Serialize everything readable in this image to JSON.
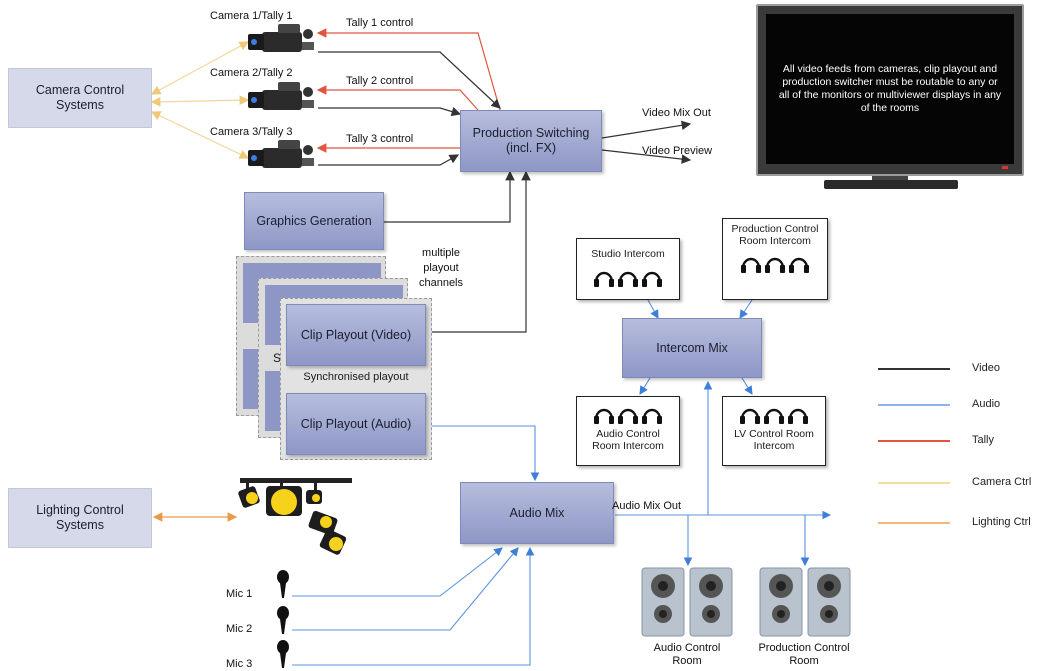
{
  "cameras": {
    "labels": [
      "Camera 1/Tally 1",
      "Camera 2/Tally 2",
      "Camera 3/Tally 3"
    ],
    "tally_controls": [
      "Tally 1 control",
      "Tally 2 control",
      "Tally 3 control"
    ]
  },
  "boxes": {
    "camera_control": "Camera Control Systems",
    "production_switching": "Production Switching (incl. FX)",
    "graphics_generation": "Graphics Generation",
    "clip_playout_video": "Clip Playout (Video)",
    "clip_playout_audio": "Clip Playout (Audio)",
    "synchronised_playout": "Synchronised playout",
    "stack_hidden_letter": "S",
    "intercom_mix": "Intercom Mix",
    "audio_mix": "Audio Mix",
    "lighting_control": "Lighting Control Systems"
  },
  "outputs": {
    "video_mix_out": "Video Mix Out",
    "video_preview": "Video Preview",
    "audio_mix_out": "Audio Mix Out"
  },
  "playout_note": "multiple playout channels",
  "monitor_text": "All video feeds from cameras, clip playout and production switcher must be routable to any or all of the monitors or multiviewer displays in any of the rooms",
  "intercoms": {
    "studio": "Studio Intercom",
    "production_control": "Production Control Room Intercom",
    "audio_control": "Audio Control Room Intercom",
    "lv_control": "LV Control Room Intercom"
  },
  "mics": [
    "Mic 1",
    "Mic 2",
    "Mic 3"
  ],
  "speakers": {
    "audio_room": "Audio Control Room",
    "production_room": "Production Control Room"
  },
  "legend": [
    {
      "label": "Video",
      "color": "#333333"
    },
    {
      "label": "Audio",
      "color": "#8fb3e6"
    },
    {
      "label": "Tally",
      "color": "#e0553f"
    },
    {
      "label": "Camera Ctrl",
      "color": "#f2dfa0"
    },
    {
      "label": "Lighting Ctrl",
      "color": "#f0b97a"
    }
  ],
  "colors": {
    "box_fill": "#9aa3cf",
    "video_line": "#333333",
    "audio_line": "#3e7fd9",
    "tally_line": "#e0553f",
    "camera_ctrl_line": "#f2dfa0",
    "lighting_ctrl_line": "#f0b97a"
  }
}
